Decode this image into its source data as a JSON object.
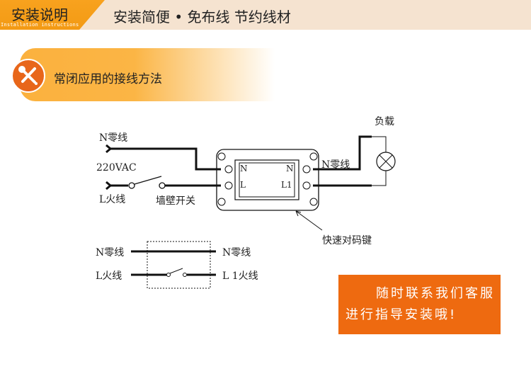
{
  "header": {
    "tag_title": "安装说明",
    "tag_subtitle": "Installation instructions",
    "slogan": "安装简便 • 免布线  节约线材"
  },
  "section": {
    "title": "常闭应用的接线方法",
    "icon": "tools-icon"
  },
  "diagram": {
    "n_wire_in": "N零线",
    "voltage": "220VAC",
    "l_wire_in": "L火线",
    "wall_switch": "墙壁开关",
    "terminal_n_left": "N",
    "terminal_l_left": "L",
    "terminal_n_right": "N",
    "terminal_l1_right": "L1",
    "n_wire_out": "N零线",
    "load": "负载",
    "pair_button": "快速对码键",
    "lower_n_in": "N零线",
    "lower_n_out": "N零线",
    "lower_l_in": "L火线",
    "lower_l_out": "L  1火线"
  },
  "cta": {
    "line1": "随时联系我们客服",
    "line2": "进行指导安装哦!",
    "color": "#ee6a10"
  }
}
